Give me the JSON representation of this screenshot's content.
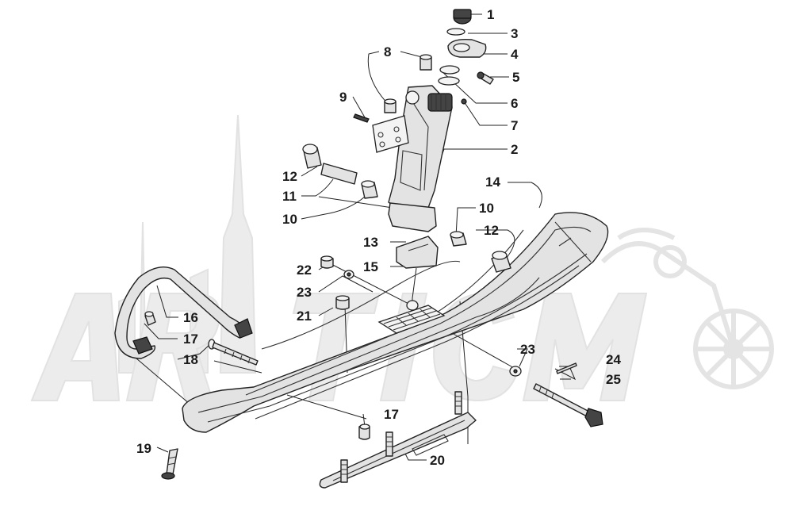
{
  "watermark": {
    "text": "ARCTICMO"
  },
  "callouts": {
    "c1": "1",
    "c3": "3",
    "c4": "4",
    "c5": "5",
    "c6": "6",
    "c7": "7",
    "c8": "8",
    "c9": "9",
    "c2": "2",
    "c12a": "12",
    "c11": "11",
    "c10a": "10",
    "c14": "14",
    "c10b": "10",
    "c12b": "12",
    "c13": "13",
    "c15": "15",
    "c22": "22",
    "c23a": "23",
    "c21": "21",
    "c16": "16",
    "c17a": "17",
    "c18": "18",
    "c23b": "23",
    "c24": "24",
    "c25": "25",
    "c17b": "17",
    "c19": "19",
    "c20": "20"
  }
}
